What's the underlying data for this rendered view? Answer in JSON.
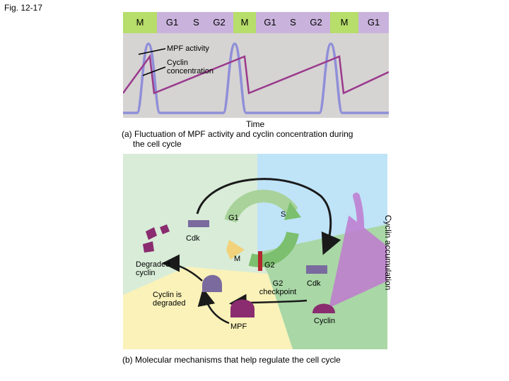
{
  "figure_label": "Fig. 12-17",
  "panel_a": {
    "phases": [
      "M",
      "G1",
      "S",
      "G2",
      "M",
      "G1",
      "S",
      "G2",
      "M",
      "G1"
    ],
    "legend_mpf": "MPF activity",
    "legend_cyclin": "Cyclin concentration",
    "time_label": "Time",
    "caption_line1": "(a) Fluctuation of MPF activity and cyclin concentration during",
    "caption_line2": "the cell cycle"
  },
  "panel_b": {
    "cycle_labels": {
      "g1": "G1",
      "s": "S",
      "m": "M",
      "g2": "G2"
    },
    "cdk_left": "Cdk",
    "cdk_right": "Cdk",
    "degraded_cyclin": "Degraded cyclin",
    "cyclin_is_degraded": "Cyclin is degraded",
    "g2_checkpoint": "G2 checkpoint",
    "mpf": "MPF",
    "cyclin": "Cyclin",
    "cyclin_accumulation": "Cyclin accumulation",
    "caption": "(b) Molecular mechanisms that help regulate the cell cycle"
  },
  "colors": {
    "m_phase": "#b7dd6a",
    "interphase": "#c9b3dc",
    "plot_bg": "#d6d3d3",
    "mpf_curve": "#8f8fd9",
    "cyclin_curve": "#9a3a8c",
    "ring_green": "#8fc97f",
    "cdk_purple": "#7a6a9e",
    "cyclin_purple": "#8a2c6f"
  }
}
